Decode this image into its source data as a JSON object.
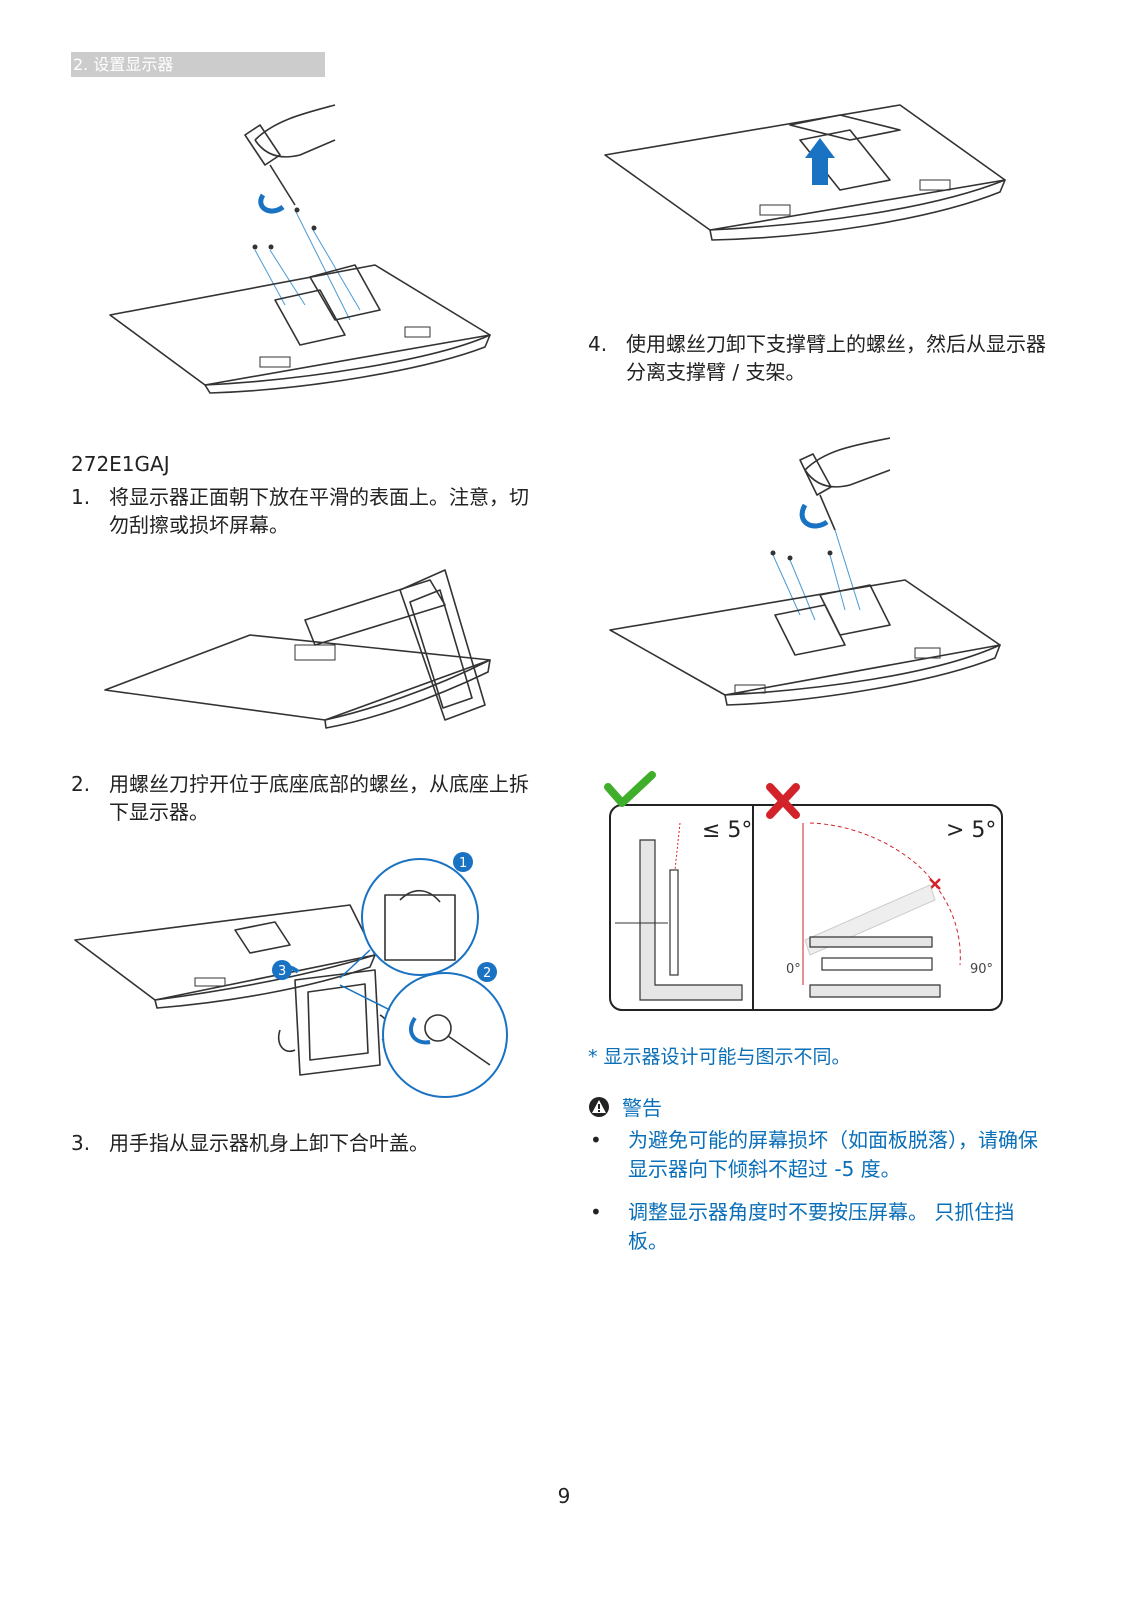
{
  "header": {
    "label": "2. 设置显示器"
  },
  "left": {
    "model": "272E1GAJ",
    "steps": [
      {
        "num": "1.",
        "text": "将显示器正面朝下放在平滑的表面上。注意，切勿刮擦或损坏屏幕。"
      },
      {
        "num": "2.",
        "text": "用螺丝刀拧开位于底座底部的螺丝，从底座上拆下显示器。"
      },
      {
        "num": "3.",
        "text": "用手指从显示器机身上卸下合叶盖。"
      }
    ],
    "callouts": [
      "1",
      "2",
      "3"
    ]
  },
  "right": {
    "step4": {
      "num": "4.",
      "text": "使用螺丝刀卸下支撑臂上的螺丝，然后从显示器分离支撑臂 / 支架。"
    },
    "tilt": {
      "ok_label": "≤ 5°",
      "bad_label": "> 5°",
      "zero_label": "0°",
      "ninety_label": "90°"
    },
    "note": "* 显示器设计可能与图示不同。",
    "warning": {
      "title": "警告",
      "items": [
        "为避免可能的屏幕损坏（如面板脱落），请确保显示器向下倾斜不超过 -5 度。",
        "调整显示器角度时不要按压屏幕。 只抓住挡板。"
      ]
    }
  },
  "footer": {
    "page_number": "9"
  },
  "colors": {
    "accent": "#0a6fb8",
    "check": "#3fae2a",
    "cross": "#d2232a",
    "header_bg": "#cccccc"
  }
}
